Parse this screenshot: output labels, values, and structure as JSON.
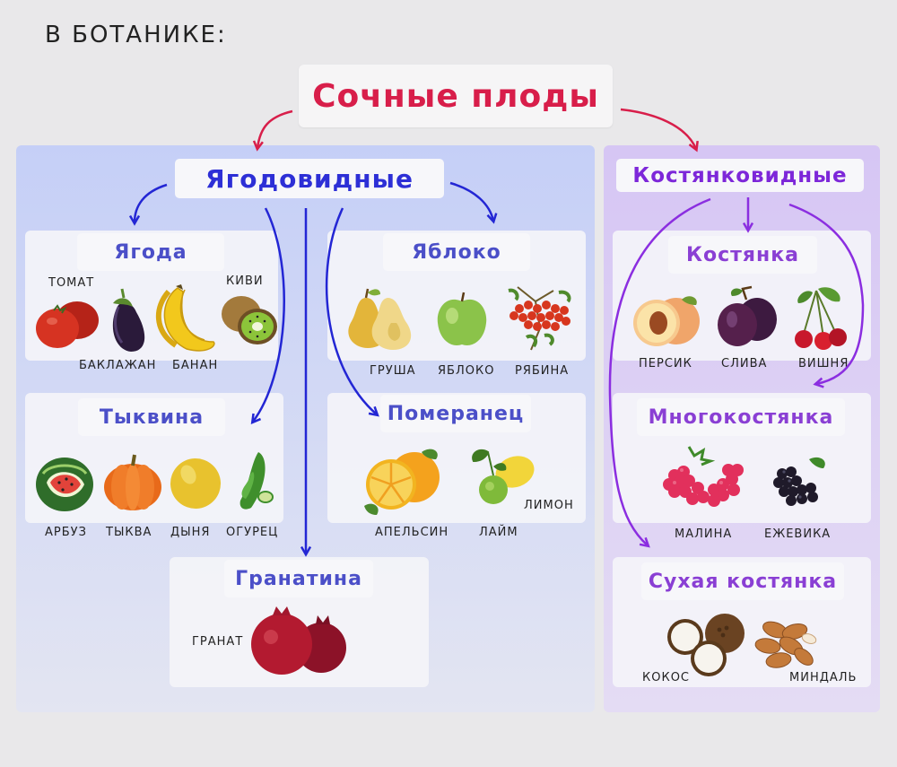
{
  "header": "В БОТАНИКЕ:",
  "root": "Сочные плоды",
  "groups": {
    "berrylike": "Ягодовидные",
    "drupelike": "Костянковидные"
  },
  "cards": {
    "yagoda": {
      "title": "Ягода",
      "fruits": {
        "tomat": "ТОМАТ",
        "baklazhan": "БАКЛАЖАН",
        "banan": "БАНАН",
        "kivi": "КИВИ"
      }
    },
    "yabloko": {
      "title": "Яблоко",
      "fruits": {
        "grusha": "ГРУША",
        "yabloko": "ЯБЛОКО",
        "ryabina": "РЯБИНА"
      }
    },
    "tykvina": {
      "title": "Тыквина",
      "fruits": {
        "arbuz": "АРБУЗ",
        "tykva": "ТЫКВА",
        "dynya": "ДЫНЯ",
        "ogurets": "ОГУРЕЦ"
      }
    },
    "pomerants": {
      "title": "Померанец",
      "fruits": {
        "apelsin": "АПЕЛЬСИН",
        "laim": "ЛАЙМ",
        "limon": "ЛИМОН"
      }
    },
    "granatina": {
      "title": "Гранатина",
      "fruits": {
        "granat": "ГРАНАТ"
      }
    },
    "kostyanka": {
      "title": "Костянка",
      "fruits": {
        "persik": "ПЕРСИК",
        "sliva": "СЛИВА",
        "vishnya": "ВИШНЯ"
      }
    },
    "mnogokostyanka": {
      "title": "Многокостянка",
      "fruits": {
        "malina": "МАЛИНА",
        "ezhevika": "ЕЖЕВИКА"
      }
    },
    "sukhaya": {
      "title": "Сухая костянка",
      "fruits": {
        "kokos": "КОКОС",
        "mindal": "МИНДАЛЬ"
      }
    }
  },
  "colors": {
    "root": "#d81e4a",
    "arrow_red": "#d81e4a",
    "arrow_blue": "#2326d4",
    "arrow_violet": "#8b2ee0",
    "panel_left": "#c5cff7",
    "panel_right": "#d6c6f4"
  }
}
